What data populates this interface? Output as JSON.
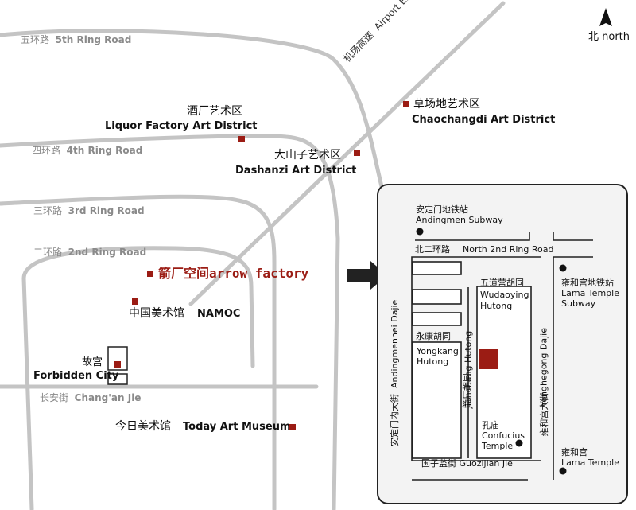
{
  "compass": {
    "label": "北 north",
    "icon": "north-arrow-icon"
  },
  "rings": [
    {
      "cn": "五环路",
      "en": "5th Ring Road"
    },
    {
      "cn": "四环路",
      "en": "4th Ring Road"
    },
    {
      "cn": "三环路",
      "en": "3rd Ring Road"
    },
    {
      "cn": "二环路",
      "en": "2nd Ring Road"
    }
  ],
  "airport": {
    "cn": "机场高速",
    "en": "Airport Expressway"
  },
  "changan": {
    "cn": "长安街",
    "en": "Chang'an Jie"
  },
  "places": {
    "liquor": {
      "cn": "酒厂艺术区",
      "en": "Liquor Factory Art District"
    },
    "caochangdi": {
      "cn": "草场地艺术区",
      "en": "Chaochangdi Art District"
    },
    "dashanzi": {
      "cn": "大山子艺术区",
      "en": "Dashanzi Art District"
    },
    "arrow": {
      "text": "箭厂空间arrow factory"
    },
    "namoc": {
      "cn": "中国美术馆",
      "en": "NAMOC"
    },
    "forbidden": {
      "cn": "故宫",
      "en": "Forbidden City"
    },
    "today": {
      "cn": "今日美术馆",
      "en": "Today Art Museum"
    }
  },
  "inset": {
    "andingmen_subway": {
      "cn": "安定门地铁站",
      "en": "Andingmen Subway"
    },
    "ring2": {
      "cn": "北二环路",
      "en": "North 2nd Ring Road"
    },
    "wudaoying": {
      "cn": "五道营胡同",
      "en1": "Wudaoying",
      "en2": "Hutong"
    },
    "yongkang": {
      "cn": "永康胡同",
      "en1": "Yongkang",
      "en2": "Hutong"
    },
    "jianchang": {
      "cn": "箭厂胡同",
      "en": "Jianchang Hutong"
    },
    "andingmennei": {
      "cn": "安定门内大街",
      "en": "Andingmennei Dajie"
    },
    "yonghegong_st": {
      "cn": "雍和宫大街",
      "en": "Yonghegong Dajie"
    },
    "lama_subway": {
      "cn": "雍和宫地铁站",
      "en1": "Lama Temple",
      "en2": "Subway"
    },
    "confucius": {
      "cn": "孔庙",
      "en1": "Confucius",
      "en2": "Temple"
    },
    "guozijian": {
      "cn": "国子监街",
      "en": "Guozijian Jie"
    },
    "lama_temple": {
      "cn": "雍和宫",
      "en": "Lama Temple"
    }
  },
  "colors": {
    "road": "#c4c4c4",
    "marker": "#9b1c14",
    "inset_bg": "#f3f3f3",
    "arrow": "#222222"
  }
}
